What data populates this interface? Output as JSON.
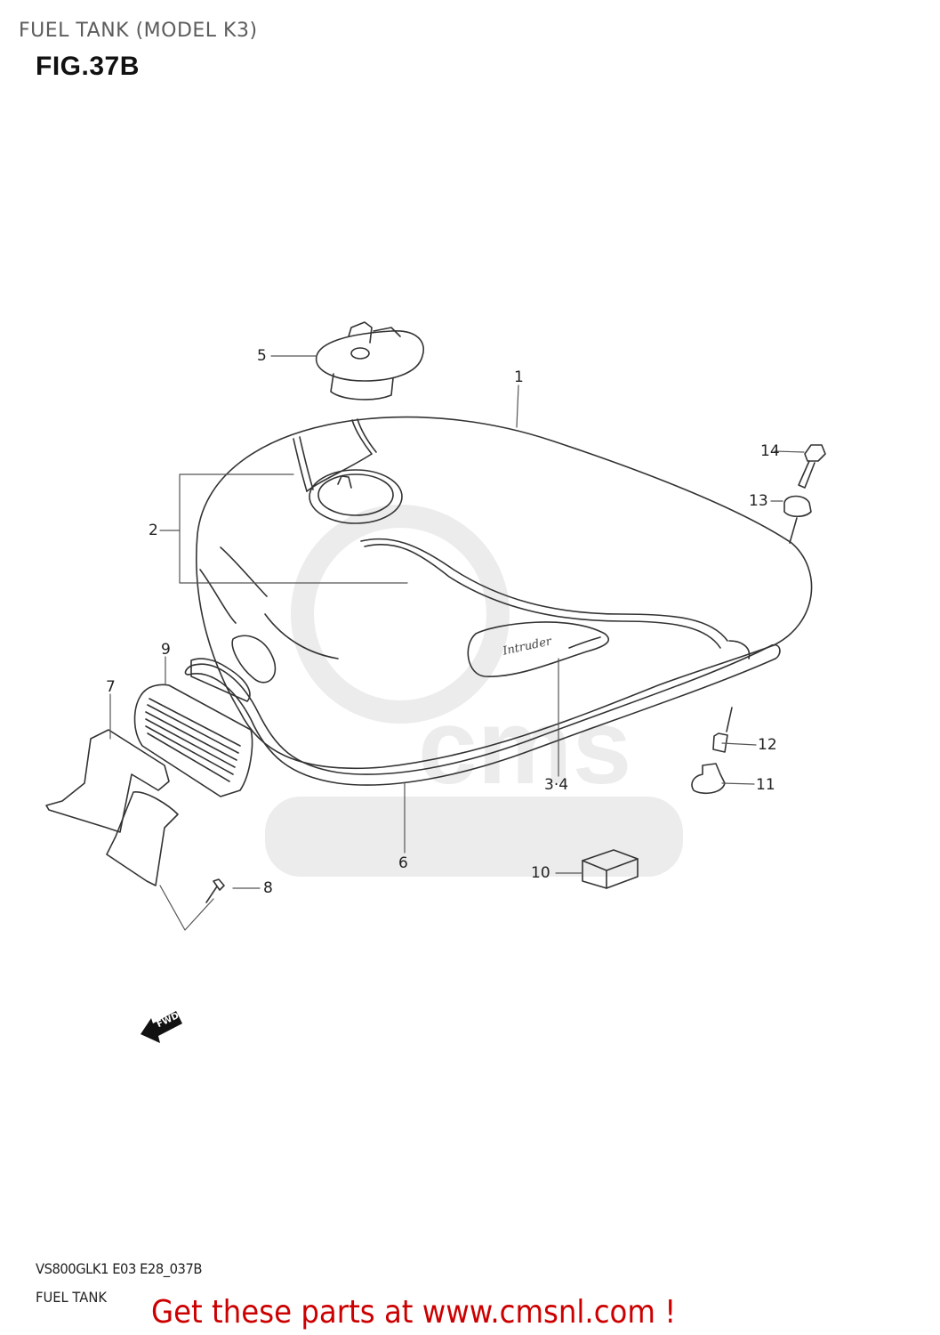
{
  "header": {
    "title": "FUEL TANK (MODEL K3)",
    "figure": "FIG.37B"
  },
  "diagram": {
    "watermark_text": "WWW.CMSNL.COM",
    "watermark_logo": "cms",
    "direction_indicator": "FWD",
    "part_labels": [
      {
        "ref": "1",
        "name": "fuel-tank"
      },
      {
        "ref": "2",
        "name": "tank-set"
      },
      {
        "ref": "3·4",
        "name": "emblem"
      },
      {
        "ref": "5",
        "name": "fuel-cap"
      },
      {
        "ref": "6",
        "name": "tank-trim"
      },
      {
        "ref": "7",
        "name": "cover"
      },
      {
        "ref": "8",
        "name": "screw"
      },
      {
        "ref": "9",
        "name": "knee-grip"
      },
      {
        "ref": "10",
        "name": "cushion"
      },
      {
        "ref": "11",
        "name": "cushion-mount"
      },
      {
        "ref": "12",
        "name": "collar"
      },
      {
        "ref": "13",
        "name": "cushion"
      },
      {
        "ref": "14",
        "name": "bolt"
      }
    ],
    "emblem_script": "Intruder"
  },
  "footer": {
    "model_code": "VS800GLK1 E03 E28_037B",
    "section_name": "FUEL TANK",
    "promo_text": "Get these parts at www.cmsnl.com !",
    "promo_color": "#cc0000"
  }
}
